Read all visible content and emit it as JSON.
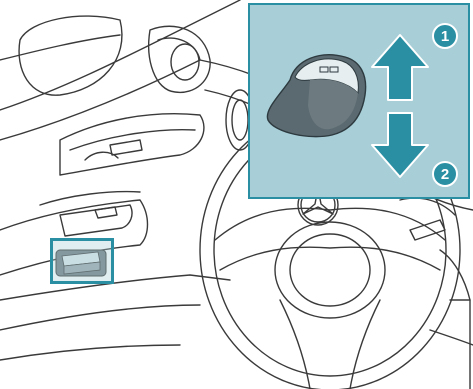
{
  "colors": {
    "accent": "#2a8fa3",
    "inset_background": "#a8cfd8",
    "line_art": "#3a3a3a"
  },
  "callouts": {
    "up": "1",
    "down": "2"
  },
  "icons": {
    "up_arrow": "up-arrow-icon",
    "down_arrow": "down-arrow-icon",
    "switch": "window-switch-icon",
    "logo": "mercedes-star-logo"
  }
}
